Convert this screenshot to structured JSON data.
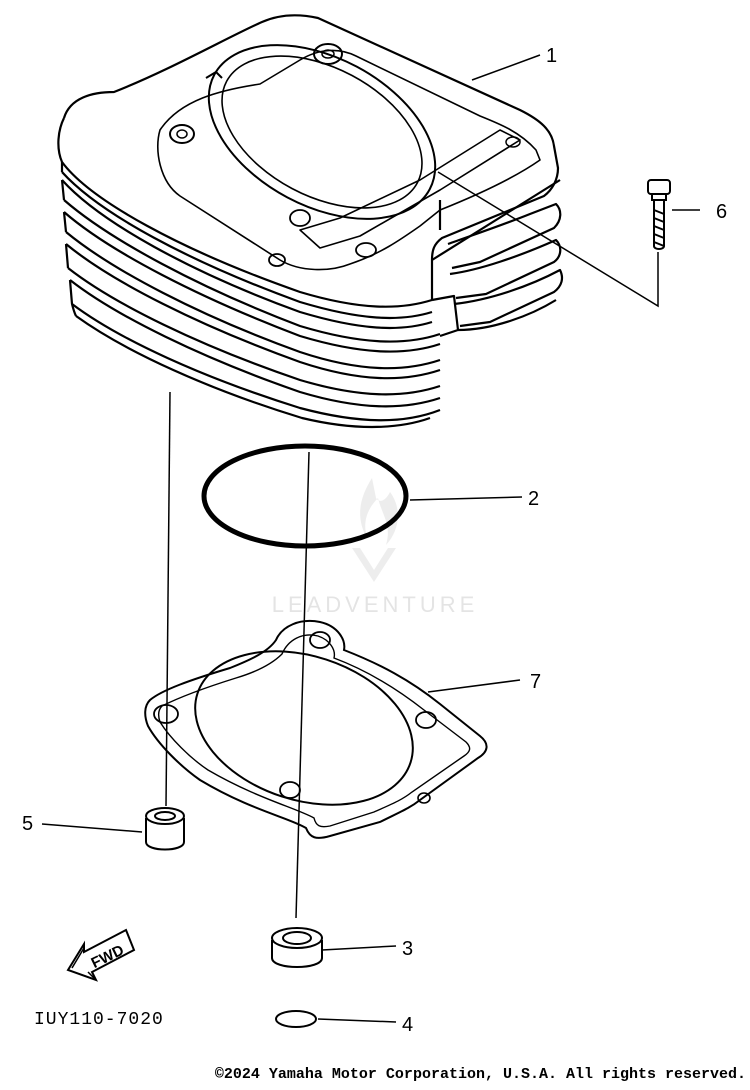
{
  "diagram": {
    "callouts": [
      {
        "id": "1"
      },
      {
        "id": "2"
      },
      {
        "id": "3"
      },
      {
        "id": "4"
      },
      {
        "id": "5"
      },
      {
        "id": "6"
      },
      {
        "id": "7"
      }
    ],
    "reference_code": "IUY110-7020",
    "fwd_label": "FWD",
    "watermark": "LEADVENTURE",
    "copyright": "©2024 Yamaha Motor Corporation, U.S.A. All rights reserved."
  }
}
